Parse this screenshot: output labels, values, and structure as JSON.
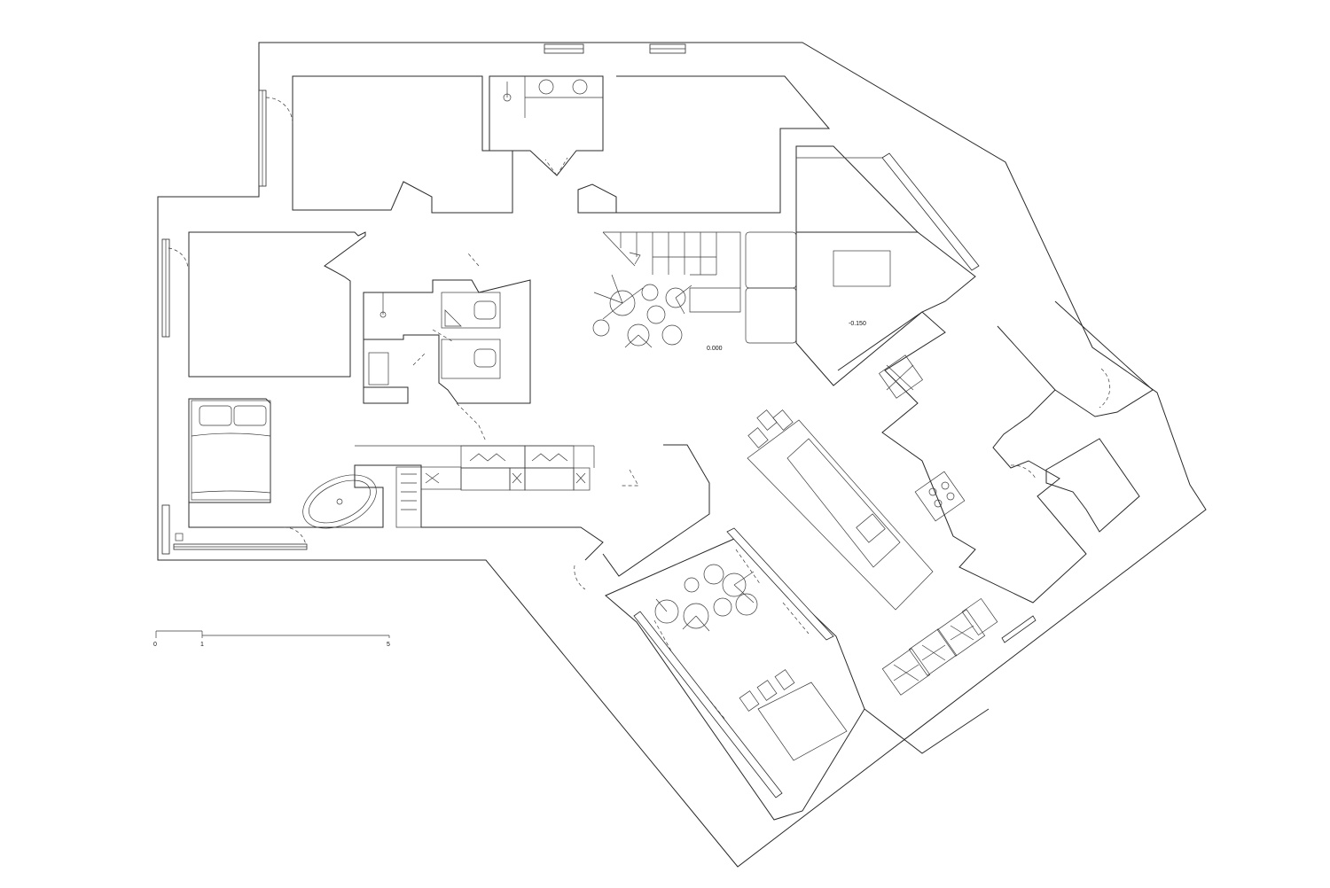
{
  "plan": {
    "levels": [
      "0.000",
      "-0.150"
    ],
    "scale_bar": {
      "ticks": [
        "0",
        "1",
        "5"
      ]
    }
  }
}
